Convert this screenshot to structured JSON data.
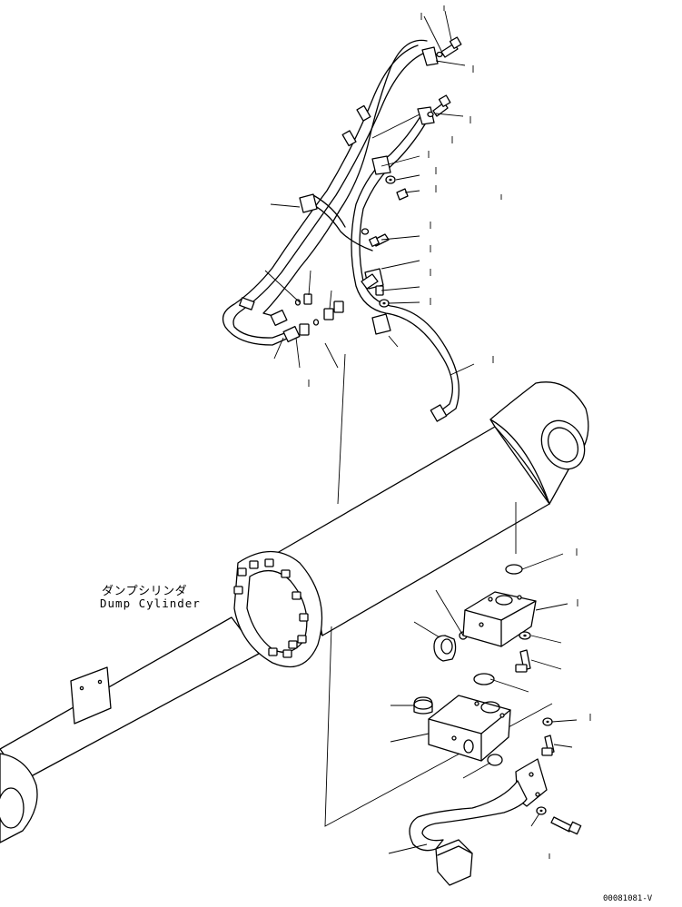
{
  "labels": {
    "component_jp": "ダンプシリンダ",
    "component_en": "Dump Cylinder"
  },
  "drawing_code": "00081081-V"
}
